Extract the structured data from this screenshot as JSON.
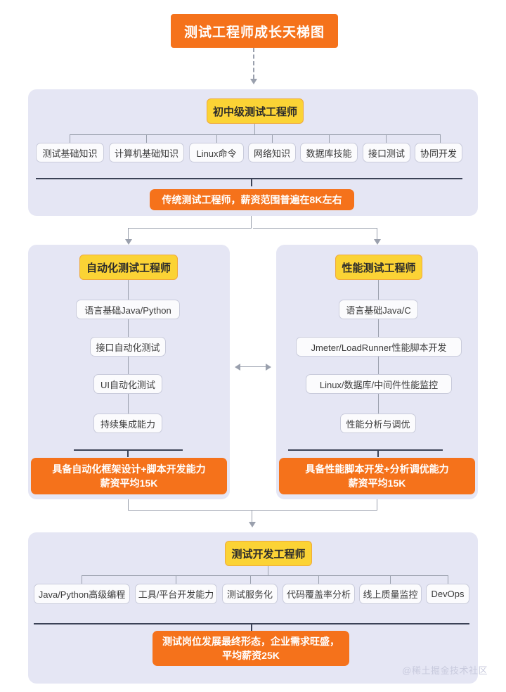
{
  "title": {
    "text": "测试工程师成长天梯图"
  },
  "watermark": {
    "text": "@稀土掘金技术社区"
  },
  "colors": {
    "title_bg": "#F5721B",
    "panel_bg": "#E5E6F4",
    "role_bg": "#FBD335",
    "role_border": "#F0A93B",
    "pill_bg": "#FBFBFD",
    "pill_border": "#C9CBDB",
    "summary_bg": "#F5721B",
    "connector": "#9aa0ad",
    "divider": "#3b4256",
    "canvas_bg": "#FFFFFF"
  },
  "sections": {
    "junior": {
      "role": "初中级测试工程师",
      "skills": [
        "测试基础知识",
        "计算机基础知识",
        "Linux命令",
        "网络知识",
        "数据库技能",
        "接口测试",
        "协同开发"
      ],
      "summary": "传统测试工程师，薪资范围普遍在8K左右"
    },
    "automation": {
      "role": "自动化测试工程师",
      "skills": [
        "语言基础Java/Python",
        "接口自动化测试",
        "UI自动化测试",
        "持续集成能力"
      ],
      "summary_line1": "具备自动化框架设计+脚本开发能力",
      "summary_line2": "薪资平均15K"
    },
    "performance": {
      "role": "性能测试工程师",
      "skills": [
        "语言基础Java/C",
        "Jmeter/LoadRunner性能脚本开发",
        "Linux/数据库/中间件性能监控",
        "性能分析与调优"
      ],
      "summary_line1": "具备性能脚本开发+分析调优能力",
      "summary_line2": "薪资平均15K"
    },
    "testdev": {
      "role": "测试开发工程师",
      "skills": [
        "Java/Python高级编程",
        "工具/平台开发能力",
        "测试服务化",
        "代码覆盖率分析",
        "线上质量监控",
        "DevOps"
      ],
      "summary_line1": "测试岗位发展最终形态，企业需求旺盛，",
      "summary_line2": "平均薪资25K"
    }
  }
}
